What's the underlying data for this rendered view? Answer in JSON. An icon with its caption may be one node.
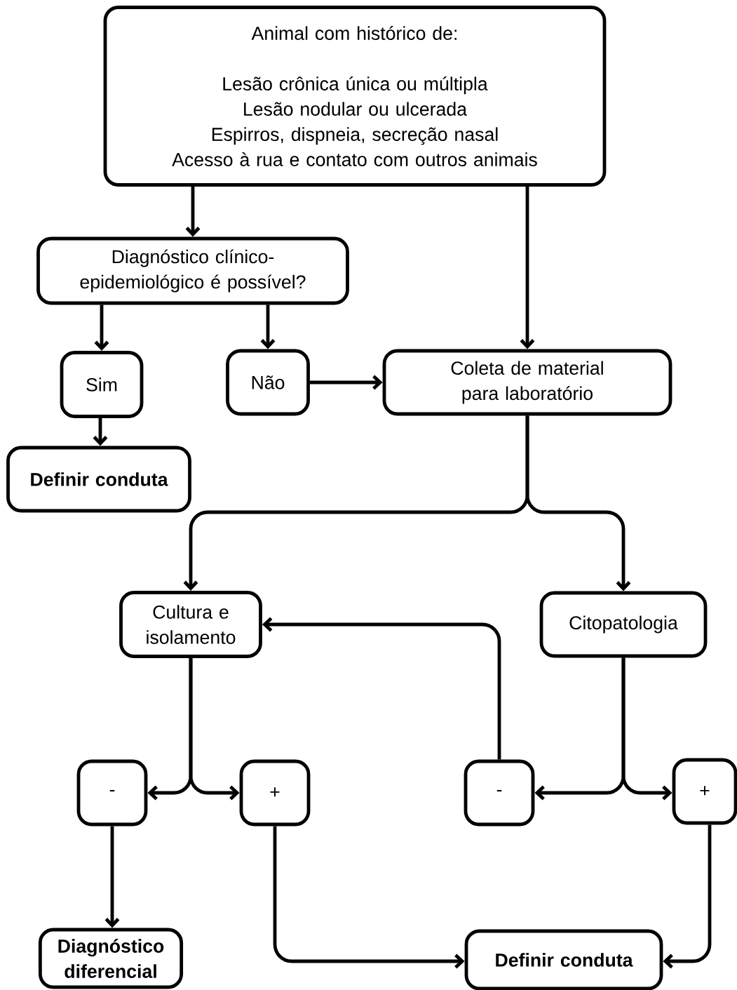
{
  "diagram": {
    "nodes": [
      {
        "text": [
          "Animal com histórico de:",
          "Lesão crônica única ou múltipla",
          "Lesão nodular ou ulcerada",
          "Espirros, dispneia, secreção nasal",
          "Acesso à rua e contato com outros animais"
        ]
      },
      {
        "text": [
          "Diagnóstico clínico-epidemiológico é possível?"
        ]
      },
      {
        "text": [
          "Sim"
        ]
      },
      {
        "text": [
          "Não"
        ]
      },
      {
        "text": [
          "Coleta de material para laboratório"
        ]
      },
      {
        "text": [
          "Definir conduta"
        ]
      },
      {
        "text": [
          "Cultura e isolamento"
        ]
      },
      {
        "text": [
          "Citopatologia"
        ]
      },
      {
        "text": [
          "-"
        ]
      },
      {
        "text": [
          "+"
        ]
      },
      {
        "text": [
          "-"
        ]
      },
      {
        "text": [
          "+"
        ]
      },
      {
        "text": [
          "Diagnóstico diferencial"
        ]
      },
      {
        "text": [
          "Definir conduta"
        ]
      }
    ],
    "edges": [
      {
        "from": 0,
        "to": 1,
        "arrow": "to"
      },
      {
        "from": 0,
        "to": 4,
        "arrow": "to"
      },
      {
        "from": 1,
        "to": 2,
        "arrow": "to"
      },
      {
        "from": 1,
        "to": 3,
        "arrow": "to"
      },
      {
        "from": 2,
        "to": 5,
        "arrow": "to"
      },
      {
        "from": 3,
        "to": 4,
        "arrow": "to"
      },
      {
        "from": 4,
        "to": 6,
        "arrow": "to"
      },
      {
        "from": 4,
        "to": 7,
        "arrow": "to"
      },
      {
        "from": 6,
        "to": 8,
        "arrow": "to"
      },
      {
        "from": 6,
        "to": 9,
        "arrow": "to"
      },
      {
        "from": 7,
        "to": 10,
        "arrow": "to"
      },
      {
        "from": 7,
        "to": 11,
        "arrow": "to"
      },
      {
        "from": 10,
        "to": 6,
        "arrow": "to"
      },
      {
        "from": 8,
        "to": 12,
        "arrow": "to"
      },
      {
        "from": 9,
        "to": 13,
        "arrow": "to"
      },
      {
        "from": 11,
        "to": 13,
        "arrow": "to"
      }
    ]
  }
}
